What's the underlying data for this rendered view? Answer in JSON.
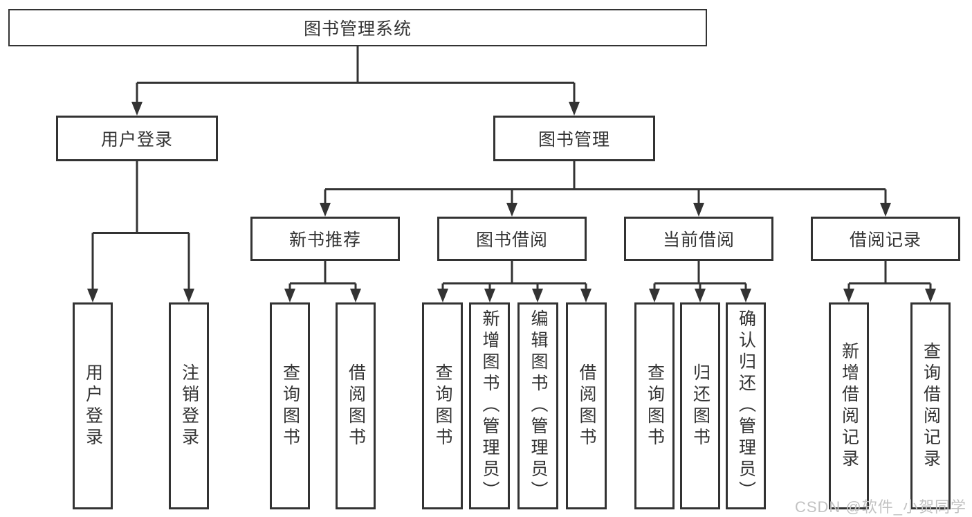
{
  "diagram": {
    "root": {
      "label": "图书管理系统"
    },
    "level2": [
      {
        "label": "用户登录"
      },
      {
        "label": "图书管理"
      }
    ],
    "level3": [
      {
        "label": "新书推荐"
      },
      {
        "label": "图书借阅"
      },
      {
        "label": "当前借阅"
      },
      {
        "label": "借阅记录"
      }
    ],
    "leaves": {
      "user_login": [
        "用户登录",
        "注销登录"
      ],
      "new_books": [
        "查询图书",
        "借阅图书"
      ],
      "book_borrowing": [
        "查询图书",
        "新增图书（管理员）",
        "编辑图书（管理员）",
        "借阅图书"
      ],
      "current_borrowing": [
        "查询图书",
        "归还图书",
        "确认归还（管理员）"
      ],
      "borrow_records": [
        "新增借阅记录",
        "查询借阅记录"
      ]
    }
  },
  "watermark": {
    "text": "CSDN @软件_小贺同学"
  },
  "colors": {
    "line": "#333333",
    "box_border": "#333333",
    "text": "#333333",
    "background": "#ffffff",
    "watermark": "#c2c2c2"
  }
}
